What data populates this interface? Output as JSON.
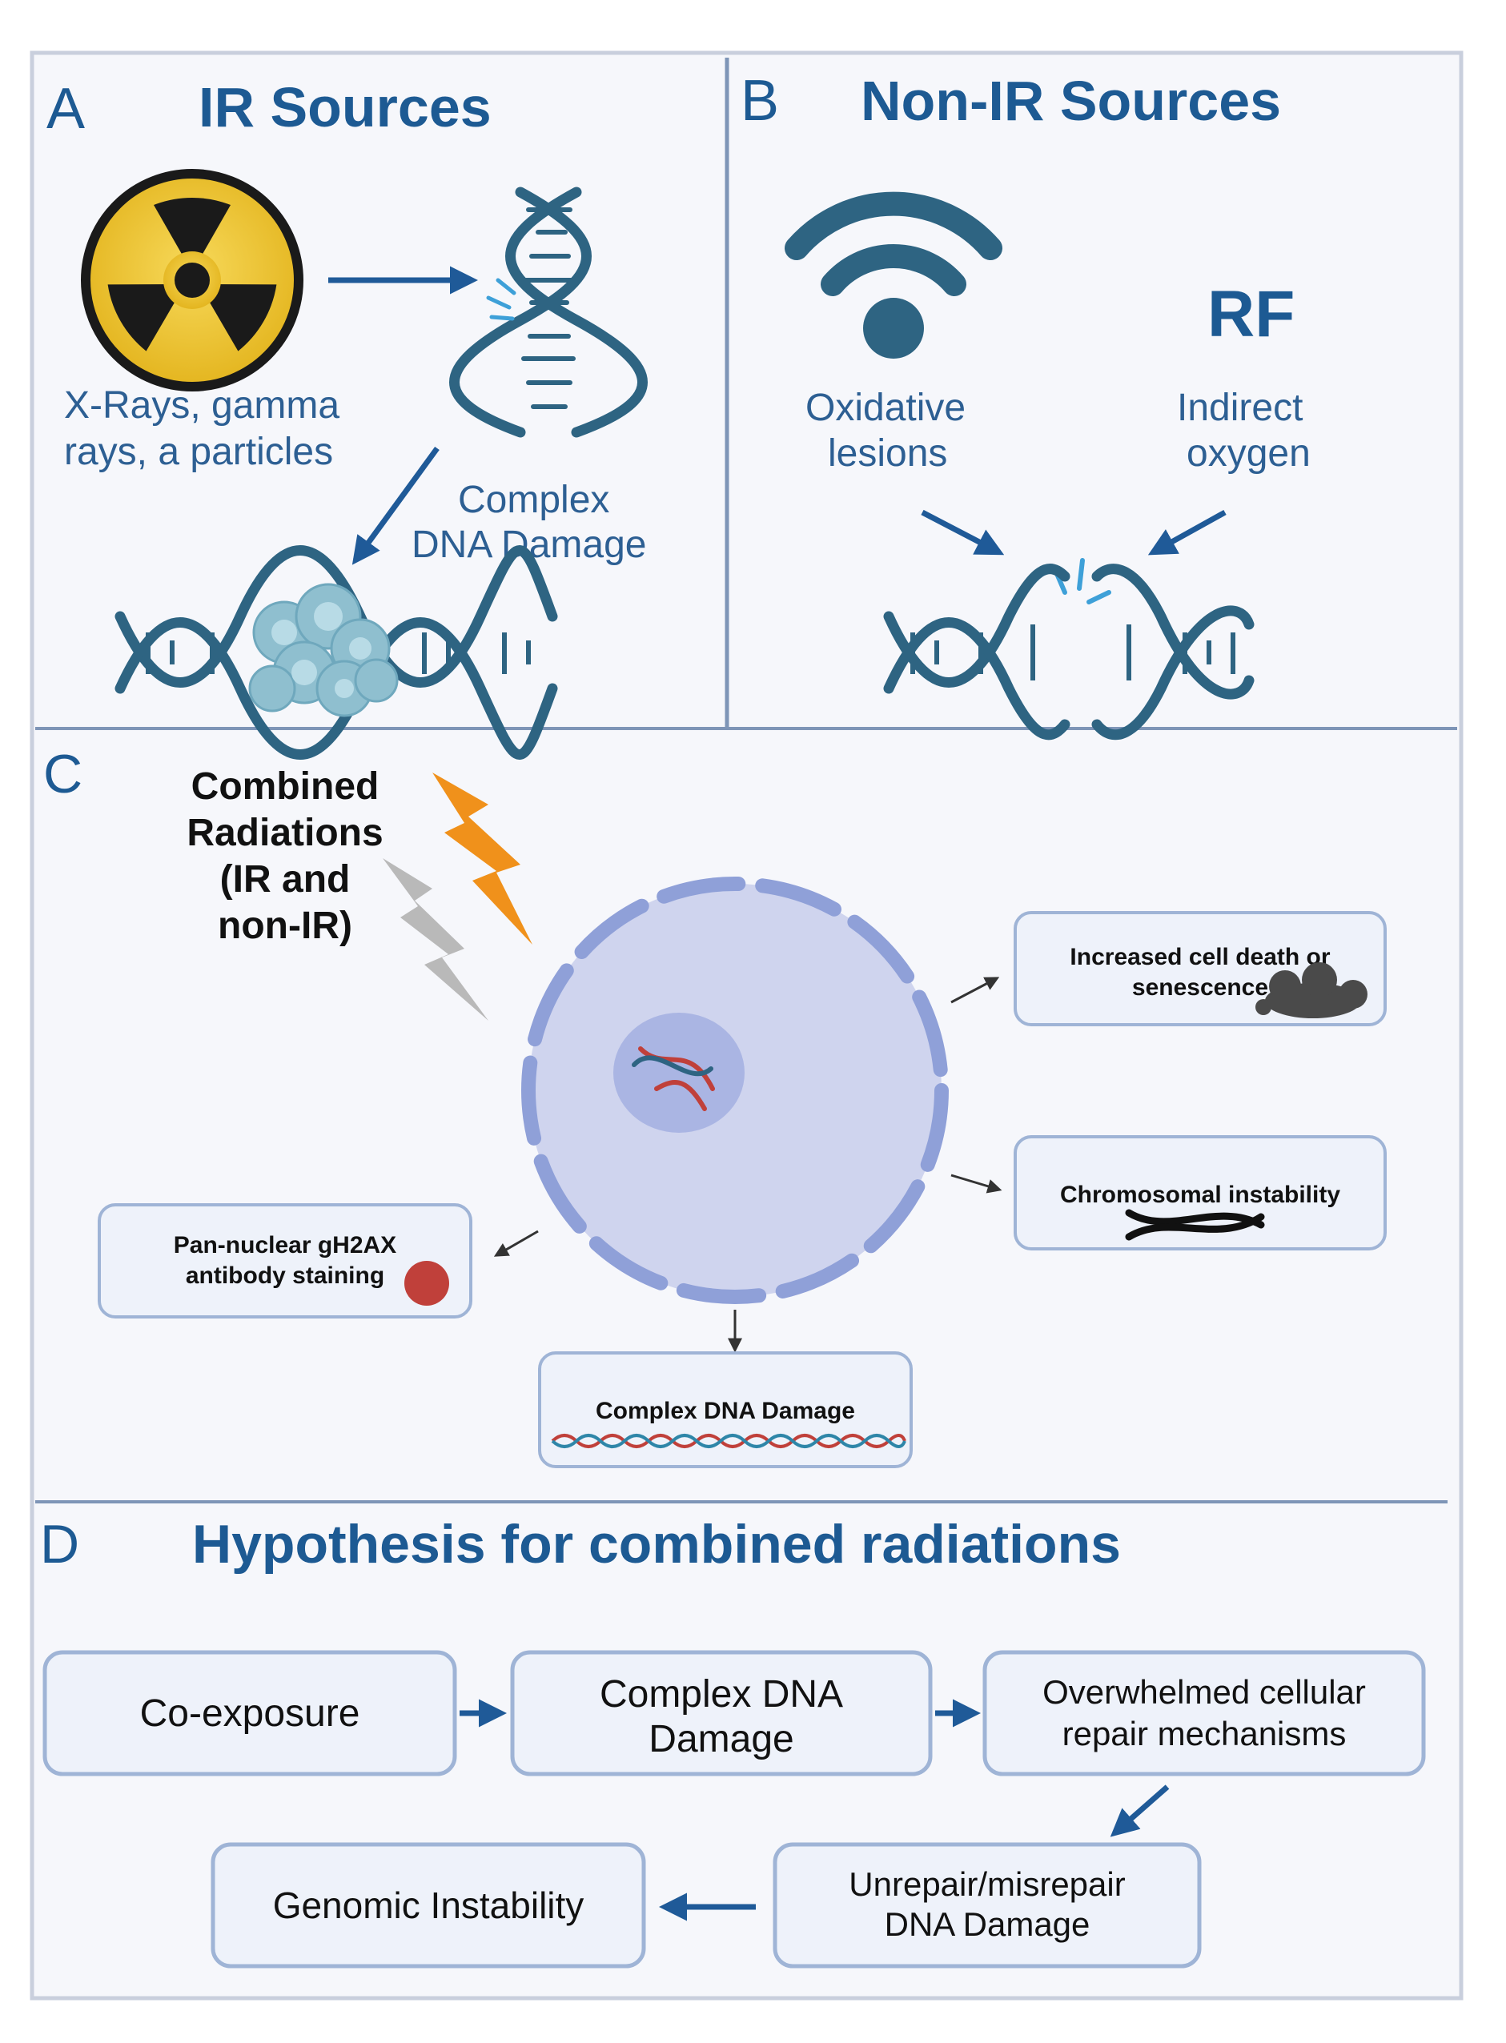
{
  "colors": {
    "panel_bg": "#f6f7fb",
    "frame": "#c9cfdd",
    "divider": "#7e95b7",
    "title_blue": "#1d5a93",
    "text_blue": "#2d5f93",
    "dna": "#2e6482",
    "arrow": "#1f5a98",
    "box_fill": "#eef2fa",
    "box_stroke": "#9fb4d6",
    "cell_fill": "#cfd4ee",
    "cell_stroke": "#8fa0d8",
    "nucleus": "#aab5e3",
    "hazard_yellow": "#efc327",
    "bolt_orange": "#f0911b",
    "bolt_gray": "#b9b9b9",
    "damage_blob": "#8fbfcf",
    "red_dot": "#c0403a"
  },
  "panelA": {
    "letter": "A",
    "title": "IR Sources",
    "source_line1": "X-Rays, gamma",
    "source_line2": "rays, a particles",
    "damage_line1": "Complex",
    "damage_line2": "DNA Damage",
    "icons": [
      "radiation-hazard-icon",
      "dna-helix-icon",
      "dna-cluster-damage-icon"
    ]
  },
  "panelB": {
    "letter": "B",
    "title": "Non-IR Sources",
    "rf_label": "RF",
    "left_line1": "Oxidative",
    "left_line2": "lesions",
    "right_line1": "Indirect",
    "right_line2": "oxygen",
    "icons": [
      "wifi-signal-icon",
      "dna-break-icon"
    ]
  },
  "panelC": {
    "letter": "C",
    "combined_line1": "Combined",
    "combined_line2": "Radiations",
    "combined_line3": "(IR and",
    "combined_line4": "non-IR)",
    "outcome_death_line1": "Increased cell death or",
    "outcome_death_line2": "senescence",
    "outcome_chromosomal": "Chromosomal instability",
    "outcome_staining_line1": "Pan-nuclear gH2AX",
    "outcome_staining_line2": "antibody staining",
    "outcome_dna": "Complex DNA Damage",
    "icons": [
      "lightning-bolt-icon",
      "cell-icon",
      "chromosome-icon",
      "necrotic-cell-icon"
    ]
  },
  "panelD": {
    "letter": "D",
    "title": "Hypothesis for combined radiations",
    "step1": "Co-exposure",
    "step2_line1": "Complex DNA",
    "step2_line2": "Damage",
    "step3_line1": "Overwhelmed cellular",
    "step3_line2": "repair mechanisms",
    "step4_line1": "Unrepair/misrepair",
    "step4_line2": "DNA Damage",
    "step5": "Genomic Instability"
  }
}
